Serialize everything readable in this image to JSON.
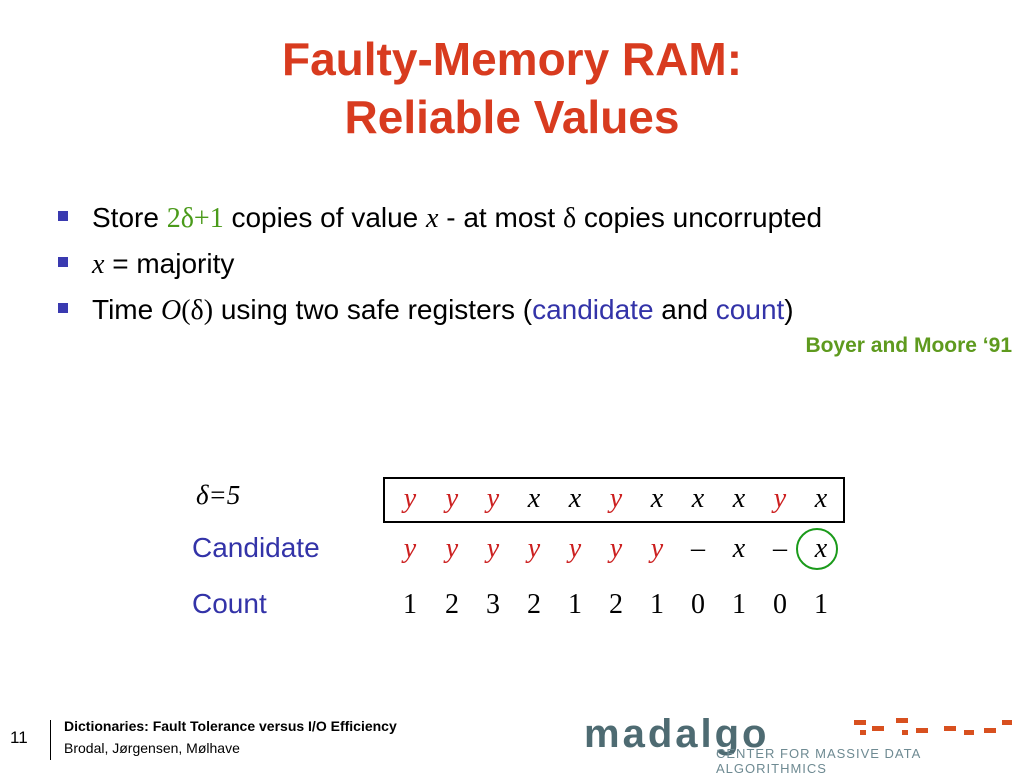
{
  "title": {
    "line1": "Faulty-Memory RAM:",
    "line2": "Reliable Values"
  },
  "bullets": {
    "b1": {
      "pre": "Store ",
      "math": "2δ+1",
      "mid": " copies of  value ",
      "var": "x",
      "dash": " - ",
      "mid2": "at most ",
      "delta": "δ",
      "post": " copies uncorrupted"
    },
    "b2": {
      "var": "x",
      "eq": " = ",
      "post": "majority"
    },
    "b3": {
      "pre": "Time ",
      "O": "O",
      "arg": "(δ)",
      "mid": " using two safe registers (",
      "candidate": "candidate",
      "and": " and ",
      "count": "count",
      "close": ")"
    }
  },
  "citation": "Boyer and Moore ‘91",
  "example": {
    "delta_label": "δ=5",
    "candidate_label": "Candidate",
    "count_label": "Count",
    "values": [
      "y",
      "y",
      "y",
      "x",
      "x",
      "y",
      "x",
      "x",
      "x",
      "y",
      "x"
    ],
    "candidates": [
      "y",
      "y",
      "y",
      "y",
      "y",
      "y",
      "y",
      "–",
      "x",
      "–",
      "x"
    ],
    "counts": [
      "1",
      "2",
      "3",
      "2",
      "1",
      "2",
      "1",
      "0",
      "1",
      "0",
      "1"
    ],
    "colors": {
      "corrupted": "#cc2020",
      "normal": "#000000",
      "highlight_ring": "#1a9a1a"
    }
  },
  "footer": {
    "page": "11",
    "title": "Dictionaries: Fault Tolerance versus I/O Efficiency",
    "authors": "Brodal, Jørgensen, Mølhave",
    "logo_word": "madalgo",
    "logo_sub": "CENTER FOR MASSIVE DATA ALGORITHMICS"
  },
  "colors": {
    "title": "#d83b1f",
    "bullet": "#3a3ab0",
    "blue_text": "#3333a8",
    "green_text": "#4a9a1a"
  }
}
